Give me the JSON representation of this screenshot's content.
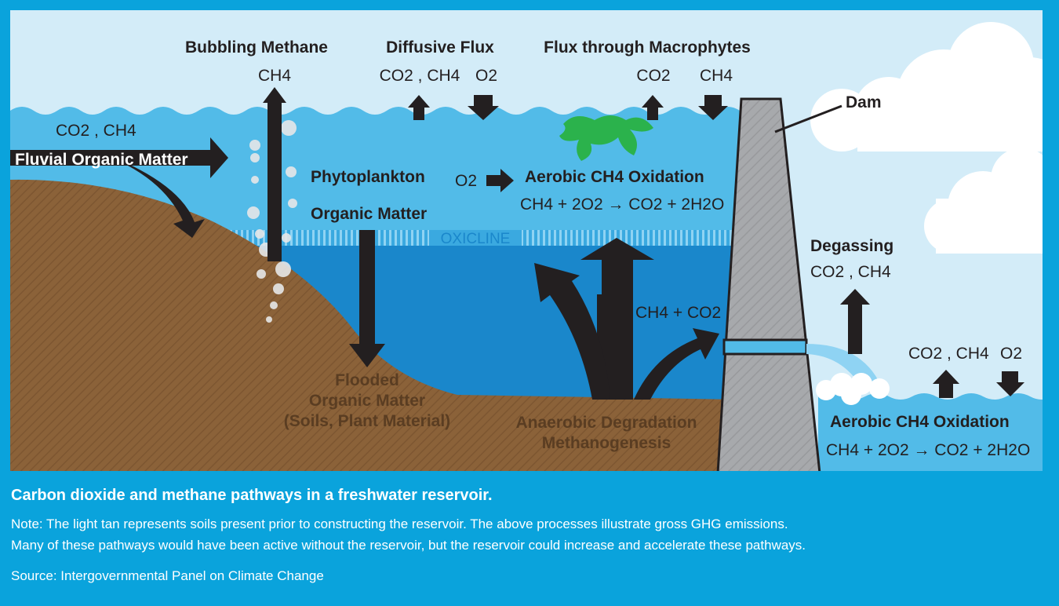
{
  "diagram": {
    "labels": {
      "bubbling_methane": "Bubbling Methane",
      "diffusive_flux": "Diffusive Flux",
      "flux_macrophytes": "Flux through Macrophytes",
      "dam": "Dam",
      "fluvial_organic_matter": "Fluvial Organic Matter",
      "phytoplankton": "Phytoplankton",
      "organic_matter": "Organic Matter",
      "aerobic_oxidation": "Aerobic CH4 Oxidation",
      "oxicline": "OXICLINE",
      "degassing": "Degassing",
      "flooded_line1": "Flooded",
      "flooded_line2": "Organic Matter",
      "flooded_line3": "(Soils, Plant Material)",
      "anaerobic_line1": "Anaerobic Degradation",
      "anaerobic_line2": "Methanogenesis",
      "aerobic_oxidation_downstream": "Aerobic CH4 Oxidation"
    },
    "chemistry": {
      "bubbling": "CH4",
      "diffusive_out": "CO2 , CH4",
      "diffusive_in": "O2",
      "macrophyte_out": "CO2",
      "macrophyte_in": "CH4",
      "fluvial": "CO2 , CH4",
      "phyto_o2": "O2",
      "oxidation_equation": "CH4 + 2O2 → CO2 + 2H2O",
      "sediment_release": "CH4 + CO2",
      "degassing": "CO2 , CH4",
      "downstream_out": "CO2 , CH4",
      "downstream_in": "O2",
      "downstream_equation": "CH4 + 2O2 → CO2 + 2H2O"
    },
    "colors": {
      "frame": "#0aa3dc",
      "sky": "#d3ecf8",
      "surface_water": "#52bbe8",
      "deep_water": "#1a87cb",
      "soil": "#8b6239",
      "dam": "#a7a9ac",
      "macrophyte": "#2bb24c",
      "arrow": "#231f20"
    }
  },
  "caption": {
    "title": "Carbon dioxide and methane pathways in a freshwater reservoir.",
    "note_line1": "Note: The light tan represents soils present prior to constructing the reservoir. The above processes illustrate gross GHG emissions.",
    "note_line2": "Many of these pathways would have been active without the reservoir, but the reservoir could increase and accelerate these pathways.",
    "source": "Source: Intergovernmental Panel on Climate Change"
  }
}
